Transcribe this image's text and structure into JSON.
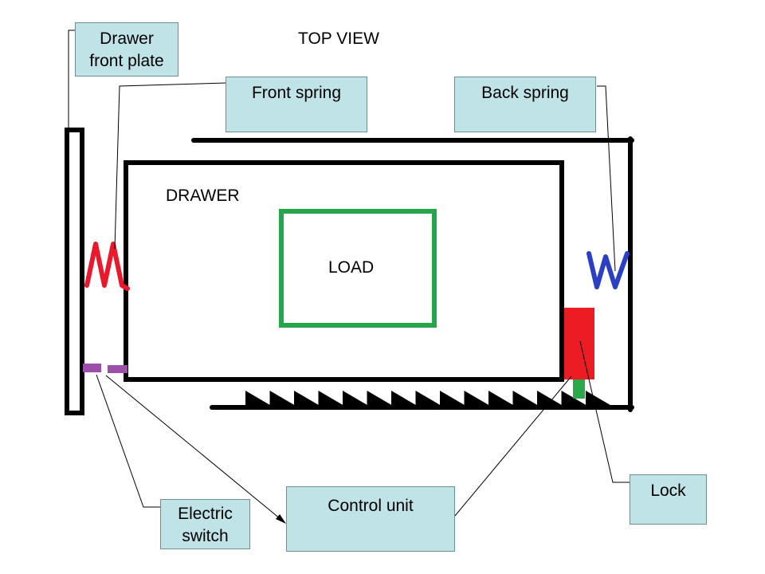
{
  "title": "TOP VIEW",
  "labels": {
    "drawer": "DRAWER",
    "load": "LOAD"
  },
  "callouts": {
    "drawer_front_plate": [
      "Drawer",
      "front plate"
    ],
    "front_spring": "Front spring",
    "back_spring": "Back spring",
    "electric_switch": [
      "Electric",
      "switch"
    ],
    "control_unit": "Control unit",
    "lock": "Lock"
  },
  "colors": {
    "callout_fill": "#bfe3e7",
    "callout_border": "#6f8f93",
    "front_spring": "#e8192c",
    "back_spring": "#2b3fc4",
    "load_outline": "#27a54a",
    "lock": "#ec1c24",
    "lock_connector": "#2aa84a",
    "electric_switch": "#9b4fa8",
    "structure": "#000000"
  },
  "icons": {
    "front_spring": "zigzag-spring-icon",
    "back_spring": "zigzag-spring-icon",
    "ratchet": "sawtooth-rack-icon"
  }
}
